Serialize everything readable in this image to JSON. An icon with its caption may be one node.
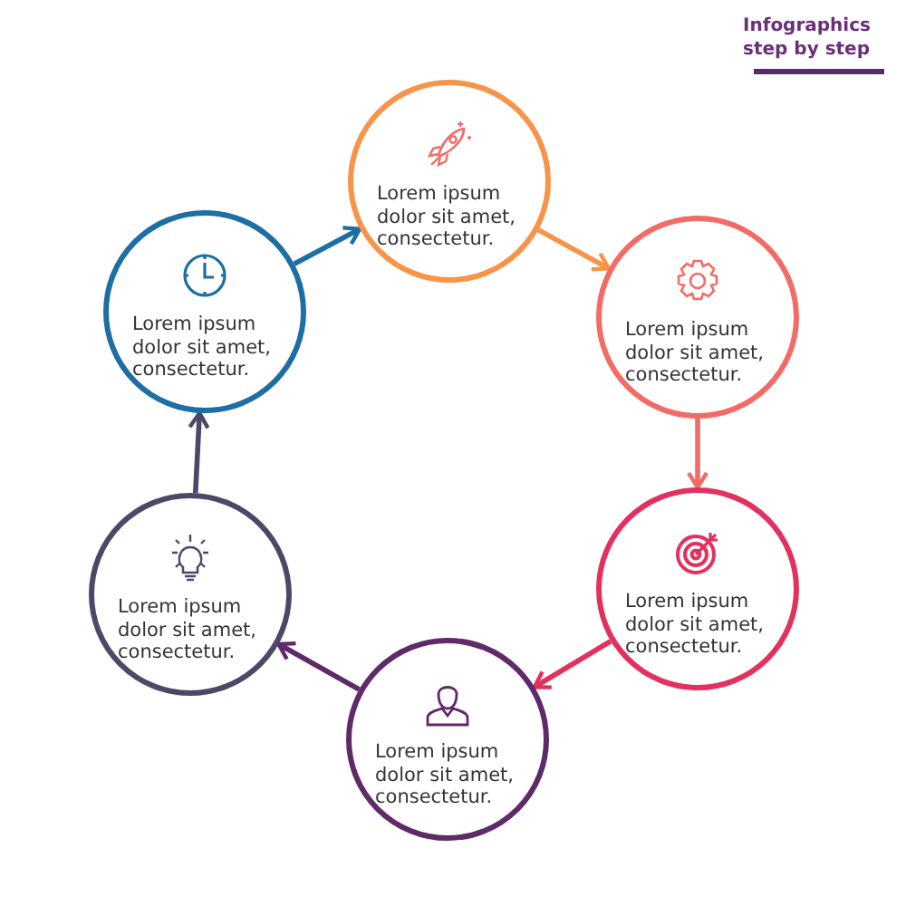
{
  "diagram": {
    "title": "Infographics step by step",
    "nodes": [
      {
        "text": [
          "Lorem ipsum dolor sit amet, consectetur."
        ]
      },
      {
        "text": [
          "Lorem ipsum dolor sit amet, consectetur."
        ]
      },
      {
        "text": [
          "Lorem ipsum dolor sit amet, consectetur."
        ]
      },
      {
        "text": [
          "Lorem ipsum dolor sit amet, consectetur."
        ]
      },
      {
        "text": [
          "Lorem ipsum dolor sit amet, consectetur."
        ]
      },
      {
        "text": [
          "Lorem ipsum dolor sit amet, consectetur."
        ]
      }
    ],
    "edges": [
      {
        "from": 0,
        "to": 1,
        "arrow": "to",
        "color": "#f7944a"
      },
      {
        "from": 1,
        "to": 2,
        "arrow": "to",
        "color": "#f36b66"
      },
      {
        "from": 2,
        "to": 3,
        "arrow": "to",
        "color": "#e3315f"
      },
      {
        "from": 3,
        "to": 4,
        "arrow": "to",
        "color": "#5e2a68"
      },
      {
        "from": 4,
        "to": 5,
        "arrow": "to",
        "color": "#4e4868"
      },
      {
        "from": 5,
        "to": 0,
        "arrow": "to",
        "color": "#1c6ea4"
      }
    ]
  }
}
